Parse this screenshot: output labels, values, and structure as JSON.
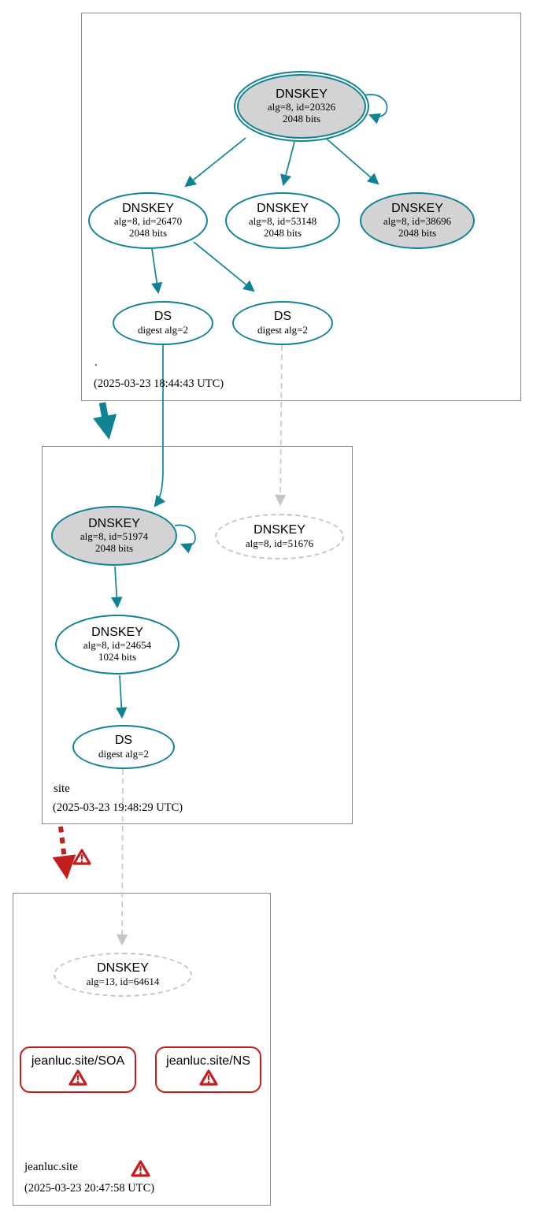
{
  "zones": {
    "root": {
      "label": ".",
      "timestamp": "(2025-03-23 18:44:43 UTC)"
    },
    "site": {
      "label": "site",
      "timestamp": "(2025-03-23 19:48:29 UTC)"
    },
    "jeanluc": {
      "label": "jeanluc.site",
      "timestamp": "(2025-03-23 20:47:58 UTC)"
    }
  },
  "nodes": {
    "root_ksk": {
      "type": "DNSKEY",
      "detail": "alg=8, id=20326",
      "bits": "2048 bits"
    },
    "root_zsk1": {
      "type": "DNSKEY",
      "detail": "alg=8, id=26470",
      "bits": "2048 bits"
    },
    "root_zsk2": {
      "type": "DNSKEY",
      "detail": "alg=8, id=53148",
      "bits": "2048 bits"
    },
    "root_ksk2": {
      "type": "DNSKEY",
      "detail": "alg=8, id=38696",
      "bits": "2048 bits"
    },
    "root_ds1": {
      "type": "DS",
      "detail": "digest alg=2"
    },
    "root_ds2": {
      "type": "DS",
      "detail": "digest alg=2"
    },
    "site_ksk": {
      "type": "DNSKEY",
      "detail": "alg=8, id=51974",
      "bits": "2048 bits"
    },
    "site_key_dashed": {
      "type": "DNSKEY",
      "detail": "alg=8, id=51676"
    },
    "site_zsk": {
      "type": "DNSKEY",
      "detail": "alg=8, id=24654",
      "bits": "1024 bits"
    },
    "site_ds": {
      "type": "DS",
      "detail": "digest alg=2"
    },
    "jl_key": {
      "type": "DNSKEY",
      "detail": "alg=13, id=64614"
    },
    "jl_soa": {
      "label": "jeanluc.site/SOA"
    },
    "jl_ns": {
      "label": "jeanluc.site/NS"
    }
  },
  "colors": {
    "teal": "#0f8394",
    "node-gray": "#d3d3d3",
    "dash-gray": "#c6c6c6",
    "alert-red": "#c21e1e",
    "box-border": "#888888"
  }
}
